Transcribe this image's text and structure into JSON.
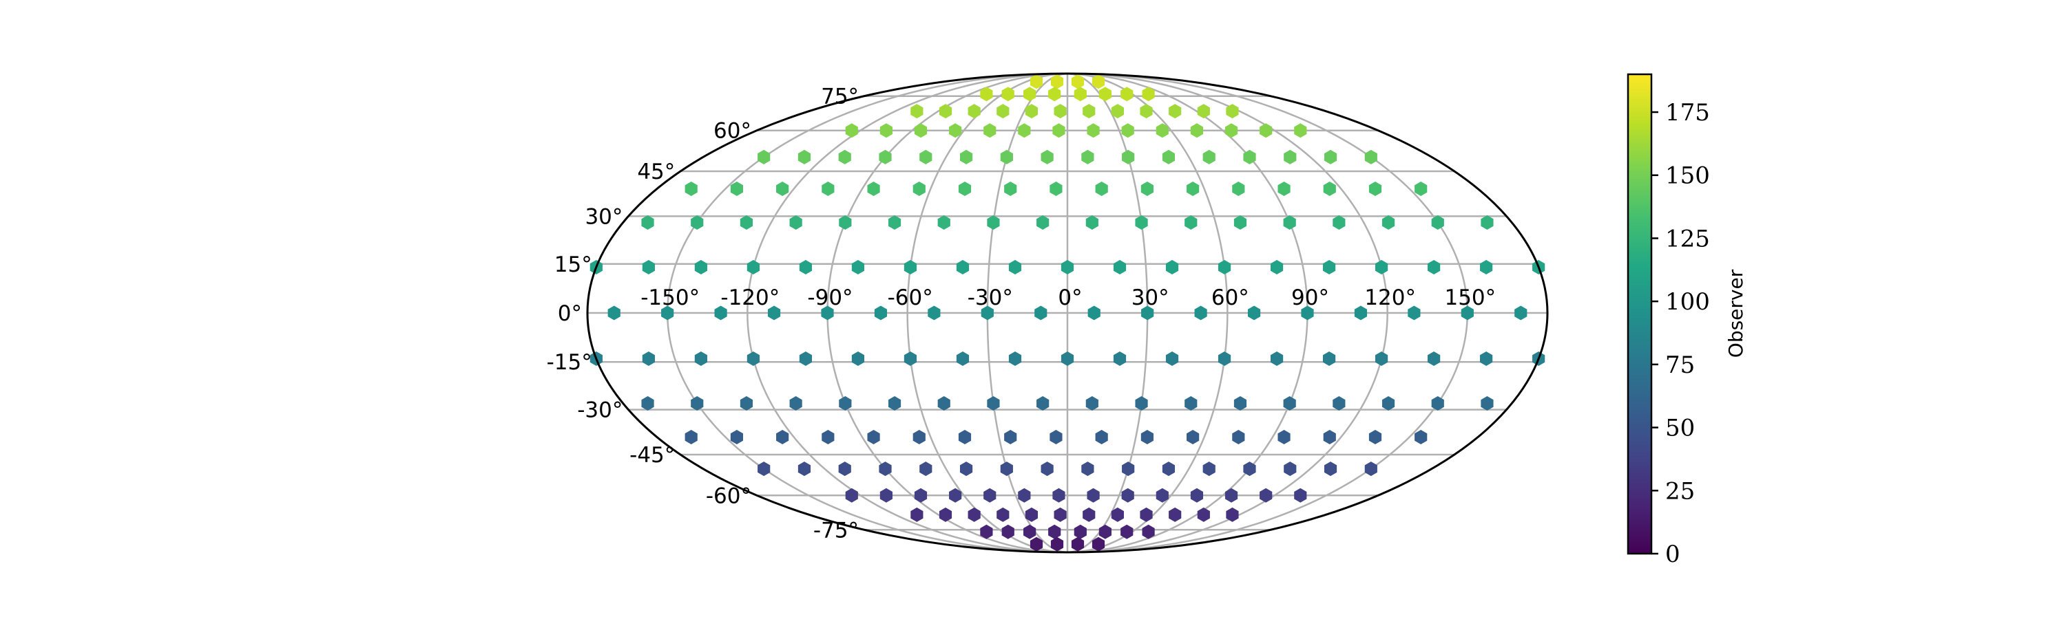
{
  "chart_data": {
    "type": "scatter",
    "projection": "mollweide",
    "marker": "hexagon",
    "colormap": "viridis",
    "grid": true,
    "legend": "none",
    "xlabel": "",
    "ylabel": "",
    "title": "",
    "lon_ticks": [
      -150,
      -120,
      -90,
      -60,
      -30,
      0,
      30,
      60,
      90,
      120,
      150
    ],
    "lon_tick_labels": [
      "-150°",
      "-120°",
      "-90°",
      "-60°",
      "-30°",
      "0°",
      "30°",
      "60°",
      "90°",
      "120°",
      "150°"
    ],
    "lat_ticks": [
      -75,
      -60,
      -45,
      -30,
      -15,
      0,
      15,
      30,
      45,
      60,
      75
    ],
    "lat_tick_labels": [
      "-75°",
      "-60°",
      "-45°",
      "-30°",
      "-15°",
      "0°",
      "15°",
      "30°",
      "45°",
      "60°",
      "75°"
    ],
    "rows": [
      {
        "lat": 83,
        "lons": [
          -45,
          -15,
          15,
          45
        ]
      },
      {
        "lat": 76,
        "lons": [
          -75,
          -55,
          -35,
          -12,
          12,
          35,
          55,
          75
        ]
      },
      {
        "lat": 68,
        "lons": [
          -105,
          -85,
          -65,
          -45,
          -25,
          -5,
          15,
          35,
          55,
          75,
          95,
          115
        ]
      },
      {
        "lat": 60,
        "lons": [
          -125,
          -105,
          -85,
          -65,
          -45,
          -25,
          -5,
          15,
          35,
          55,
          75,
          95,
          115,
          135
        ]
      },
      {
        "lat": 50,
        "lons": [
          -150,
          -130,
          -110,
          -90,
          -70,
          -50,
          -30,
          -10,
          10,
          30,
          50,
          70,
          90,
          110,
          130,
          150
        ]
      },
      {
        "lat": 39,
        "lons": [
          -165,
          -145,
          -125,
          -105,
          -85,
          -65,
          -45,
          -25,
          -5,
          15,
          35,
          55,
          75,
          95,
          115,
          135,
          155
        ]
      },
      {
        "lat": 28,
        "lons": [
          -170,
          -150,
          -130,
          -110,
          -90,
          -70,
          -50,
          -30,
          -10,
          10,
          30,
          50,
          70,
          90,
          110,
          130,
          150,
          170
        ]
      },
      {
        "lat": 14,
        "lons": [
          -180,
          -160,
          -140,
          -120,
          -100,
          -80,
          -60,
          -40,
          -20,
          0,
          20,
          40,
          60,
          80,
          100,
          120,
          140,
          160,
          180
        ]
      },
      {
        "lat": 0,
        "lons": [
          -170,
          -150,
          -130,
          -110,
          -90,
          -70,
          -50,
          -30,
          -10,
          10,
          30,
          50,
          70,
          90,
          110,
          130,
          150,
          170
        ]
      },
      {
        "lat": -14,
        "lons": [
          -180,
          -160,
          -140,
          -120,
          -100,
          -80,
          -60,
          -40,
          -20,
          0,
          20,
          40,
          60,
          80,
          100,
          120,
          140,
          160,
          180
        ]
      },
      {
        "lat": -28,
        "lons": [
          -170,
          -150,
          -130,
          -110,
          -90,
          -70,
          -50,
          -30,
          -10,
          10,
          30,
          50,
          70,
          90,
          110,
          130,
          150,
          170
        ]
      },
      {
        "lat": -39,
        "lons": [
          -165,
          -145,
          -125,
          -105,
          -85,
          -65,
          -45,
          -25,
          -5,
          15,
          35,
          55,
          75,
          95,
          115,
          135,
          155
        ]
      },
      {
        "lat": -50,
        "lons": [
          -150,
          -130,
          -110,
          -90,
          -70,
          -50,
          -30,
          -10,
          10,
          30,
          50,
          70,
          90,
          110,
          130,
          150
        ]
      },
      {
        "lat": -60,
        "lons": [
          -125,
          -105,
          -85,
          -65,
          -45,
          -25,
          -5,
          15,
          35,
          55,
          75,
          95,
          115,
          135
        ]
      },
      {
        "lat": -68,
        "lons": [
          -105,
          -85,
          -65,
          -45,
          -25,
          -5,
          15,
          35,
          55,
          75,
          95,
          115
        ]
      },
      {
        "lat": -76,
        "lons": [
          -75,
          -55,
          -35,
          -12,
          12,
          35,
          55,
          75
        ]
      },
      {
        "lat": -83,
        "lons": [
          -45,
          -15,
          15,
          45
        ]
      }
    ],
    "value_rule": "value = latitude + 95 (degrees)",
    "colorbar": {
      "label": "Observer",
      "range": [
        0,
        190
      ],
      "ticks": [
        0,
        25,
        50,
        75,
        100,
        125,
        150,
        175
      ],
      "tick_labels": [
        "0",
        "25",
        "50",
        "75",
        "100",
        "125",
        "150",
        "175"
      ]
    }
  },
  "colors": {
    "grid": "#b0b0b0",
    "frame": "#000000",
    "viridis_stops": [
      "#440154",
      "#482475",
      "#414487",
      "#355f8d",
      "#2a788e",
      "#21918c",
      "#22a884",
      "#44bf70",
      "#7ad151",
      "#bddf26",
      "#fde725"
    ]
  }
}
